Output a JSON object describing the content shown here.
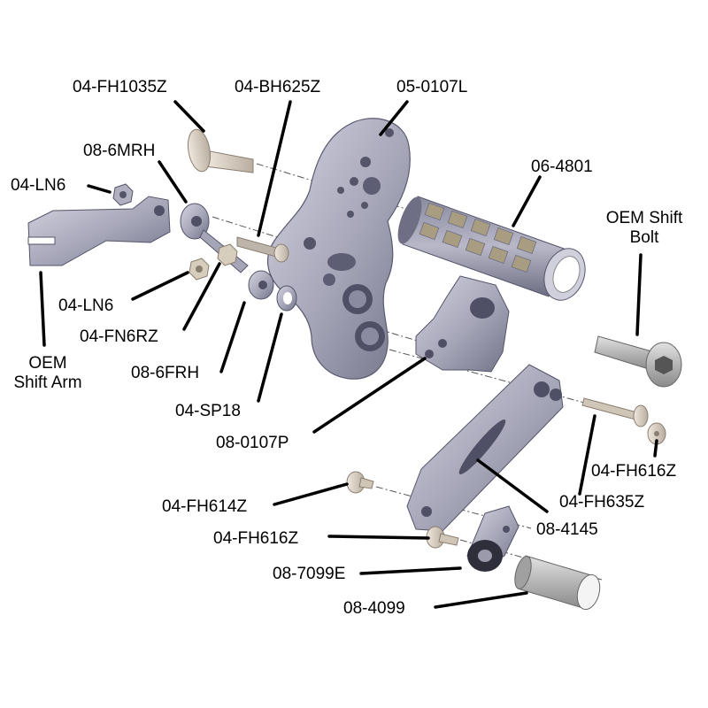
{
  "labels": {
    "fh1035": "04-FH1035Z",
    "bh625": "04-BH625Z",
    "l0107": "05-0107L",
    "mrh": "08-6MRH",
    "ln6_top": "04-LN6",
    "grip": "06-4801",
    "oem_bolt": "OEM Shift\nBolt",
    "ln6_low": "04-LN6",
    "fn6rz": "04-FN6RZ",
    "frh": "08-6FRH",
    "oem_arm": "OEM\nShift Arm",
    "sp18": "04-SP18",
    "p0107": "08-0107P",
    "fh616_right": "04-FH616Z",
    "fh614": "04-FH614Z",
    "fh635": "04-FH635Z",
    "arm4145": "08-4145",
    "fh616_low": "04-FH616Z",
    "e7099": "08-7099E",
    "tube4099": "08-4099"
  },
  "colors": {
    "part_light": "#c9c9d6",
    "part_mid": "#9c9cb0",
    "part_dark": "#6e6e85",
    "hardware": "#d8cfc4",
    "grip_knurl": "#a89d80",
    "leader": "#000000"
  }
}
